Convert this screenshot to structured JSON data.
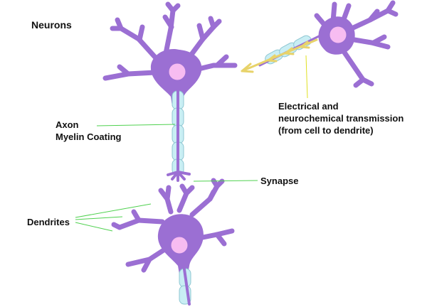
{
  "title": "Neurons",
  "labels": {
    "axon": "Axon",
    "myelin": "Myelin Coating",
    "transmission_line1": "Electrical and",
    "transmission_line2": "neurochemical transmission",
    "transmission_line3": "(from cell to dendrite)",
    "synapse": "Synapse",
    "dendrites": "Dendrites"
  },
  "colors": {
    "neuron_body": "#9b6fd3",
    "nucleus": "#f7bcf1",
    "myelin": "#c9eef4",
    "signal_arrow": "#e8d36a",
    "leader_line": "#4fd14f",
    "transmission_leader": "#e0e020"
  }
}
